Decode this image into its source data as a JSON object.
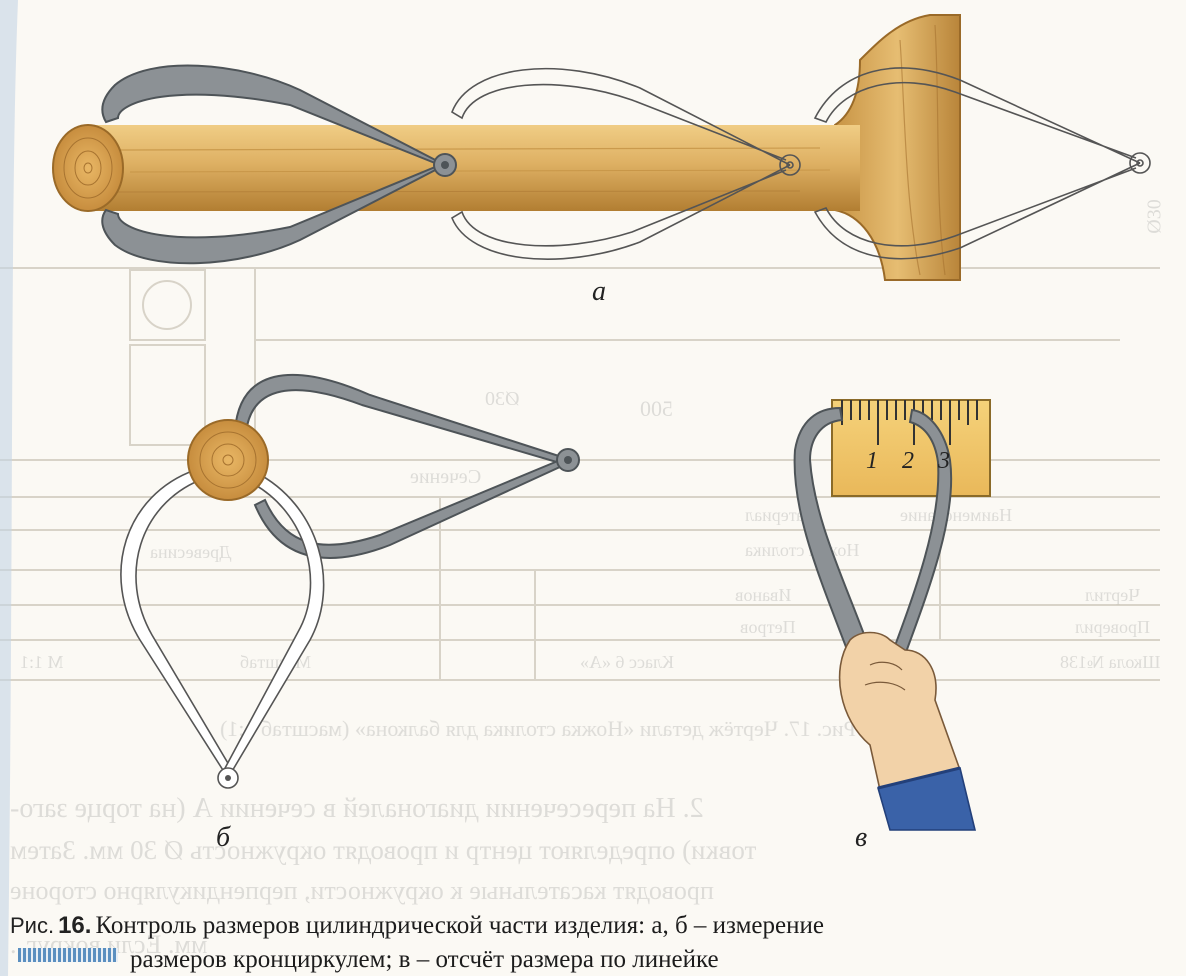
{
  "caption": {
    "label": "Рис.",
    "number": "16.",
    "line1": "Контроль размеров цилиндрической части изделия: а, б – измерение",
    "line2": "размеров кронциркулем; в – отсчёт размера по линейке"
  },
  "subfigures": {
    "a": "а",
    "b": "б",
    "c": "в"
  },
  "ruler_ticks": [
    "1",
    "2",
    "3"
  ],
  "show_through": {
    "dim_500": "500",
    "dim_d30": "Ø30",
    "dim_d30_b": "Ø30",
    "title_block": [
      "Материал",
      "Наименование",
      "Ножка столика",
      "Древесина",
      "Чертил",
      "Проверил",
      "Иванов",
      "Петров",
      "Школа №138",
      "Класс 6 «А»",
      "Масштаб",
      "М 1:1"
    ],
    "section": "Сечение",
    "fig17": "Рис. 17. Чертёж детали «Ножка столика для балкона» (масштаб 1:1)",
    "para": [
      "2. На пересечении диагоналей в сечении А (на торце заго-",
      "товки) определяют центр и проводят окружность Ø 30 мм. Затем",
      "проводят касательные к окружности, перпендикулярно стороне",
      "мм. Если вокруг..."
    ]
  },
  "colors": {
    "wood_light": "#e2b86a",
    "wood_dark": "#b98536",
    "metal": "#8a8f93",
    "metal_dark": "#4e5458",
    "ruler": "#f1c86a",
    "sleeve": "#3a62a8",
    "skin": "#f2d2a8",
    "accent_bar": "#5a8fc0"
  }
}
